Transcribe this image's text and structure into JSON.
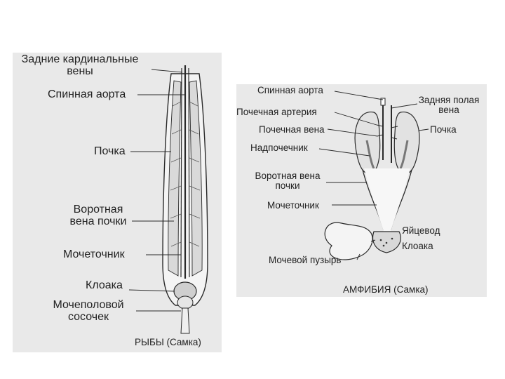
{
  "fish": {
    "labels": {
      "posterior_cardinal_veins_line1": "Задние кардинальные",
      "posterior_cardinal_veins_line2": "вены",
      "dorsal_aorta": "Спинная аорта",
      "kidney": "Почка",
      "renal_portal_vein_line1": "Воротная",
      "renal_portal_vein_line2": "вена почки",
      "ureter": "Мочеточник",
      "cloaca": "Клоака",
      "urogenital_papilla_line1": "Мочеполовой",
      "urogenital_papilla_line2": "сосочек"
    },
    "caption": "РЫБЫ (Самка)"
  },
  "amphibian": {
    "labels": {
      "dorsal_aorta": "Спинная аорта",
      "posterior_vena_cava_line1": "Задняя полая",
      "posterior_vena_cava_line2": "вена",
      "renal_artery": "Почечная артерия",
      "kidney": "Почка",
      "renal_vein": "Почечная вена",
      "adrenal_gland": "Надпочечник",
      "renal_portal_vein_line1": "Воротная вена",
      "renal_portal_vein_line2": "почки",
      "ureter": "Мочеточник",
      "oviduct": "Яйцевод",
      "cloaca": "Клоака",
      "urinary_bladder": "Мочевой пузырь"
    },
    "caption": "АМФИБИЯ (Самка)"
  },
  "colors": {
    "panel_background": "#e9e9e9",
    "line": "#2a2a2a",
    "organ_fill": "#f4f4f4",
    "text": "#222222"
  }
}
